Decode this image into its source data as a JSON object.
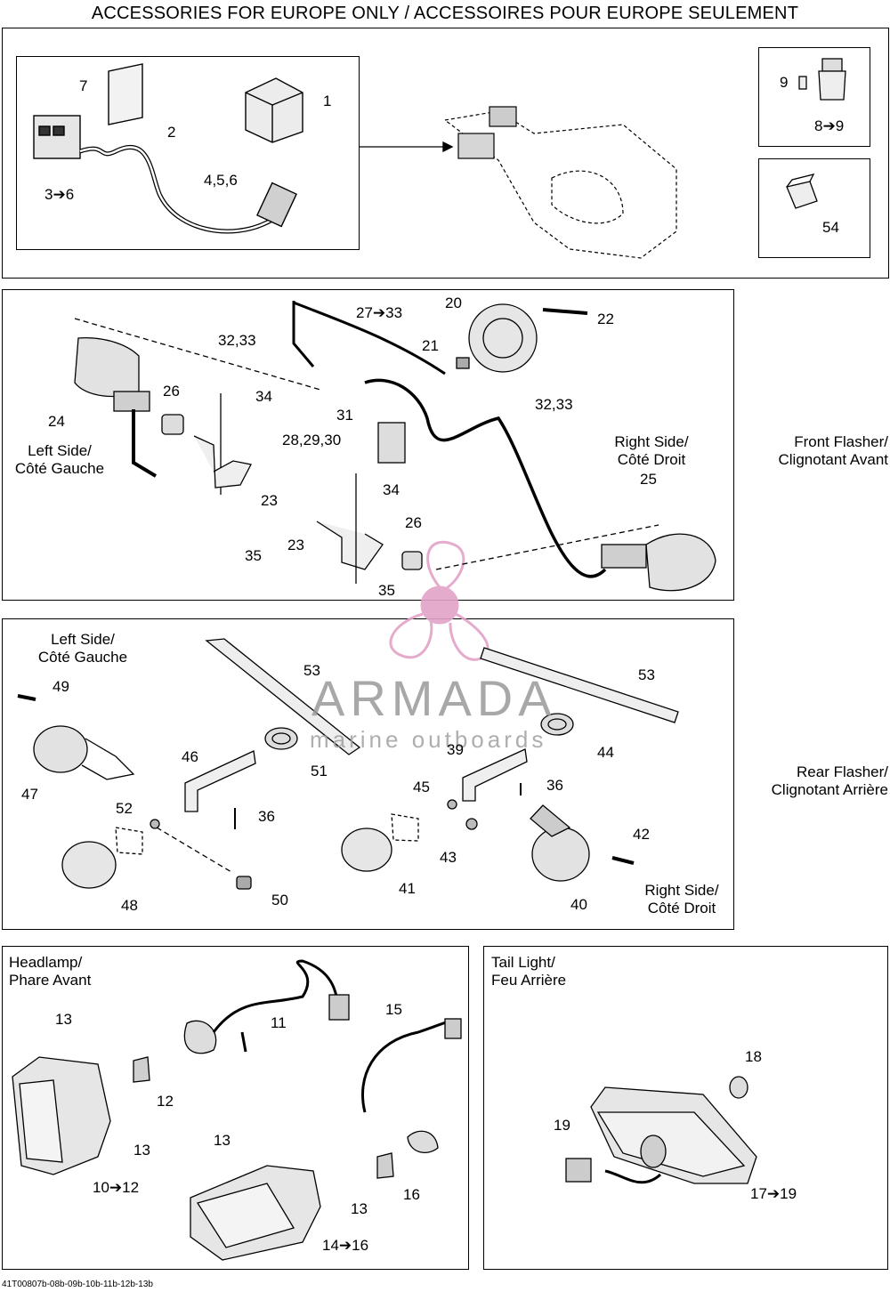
{
  "title": "ACCESSORIES FOR EUROPE ONLY / ACCESSOIRES POUR EUROPE SEULEMENT",
  "footer_code": "41T00807b-08b-09b-10b-11b-12b-13b",
  "watermark": {
    "name": "ARMADA",
    "subtitle": "marine outboards",
    "logo_color": "#e3a3c8"
  },
  "section1": {
    "callouts": [
      "7",
      "2",
      "1",
      "4,5,6",
      "3➔6",
      "9",
      "8➔9",
      "54"
    ]
  },
  "section2": {
    "left_side": "Left Side/\nCôté Gauche",
    "right_side": "Right Side/\nCôté Droit",
    "group_label": "Front Flasher/\nClignotant Avant",
    "callouts": [
      "27➔33",
      "20",
      "22",
      "32,33",
      "21",
      "26",
      "34",
      "24",
      "31",
      "32,33",
      "28,29,30",
      "25",
      "23",
      "34",
      "35",
      "26",
      "23",
      "35"
    ]
  },
  "section3": {
    "left_side": "Left Side/\nCôté Gauche",
    "right_side": "Right Side/\nCôté Droit",
    "group_label": "Rear Flasher/\nClignotant Arrière",
    "callouts": [
      "49",
      "53",
      "53",
      "46",
      "51",
      "39",
      "44",
      "47",
      "45",
      "36",
      "52",
      "36",
      "42",
      "43",
      "41",
      "48",
      "50",
      "40"
    ]
  },
  "section4": {
    "heading": "Headlamp/\nPhare Avant",
    "callouts": [
      "13",
      "11",
      "15",
      "12",
      "13",
      "13",
      "10➔12",
      "16",
      "13",
      "14➔16"
    ]
  },
  "section5": {
    "heading": "Tail Light/\nFeu Arrière",
    "callouts": [
      "18",
      "19",
      "17➔19"
    ]
  }
}
